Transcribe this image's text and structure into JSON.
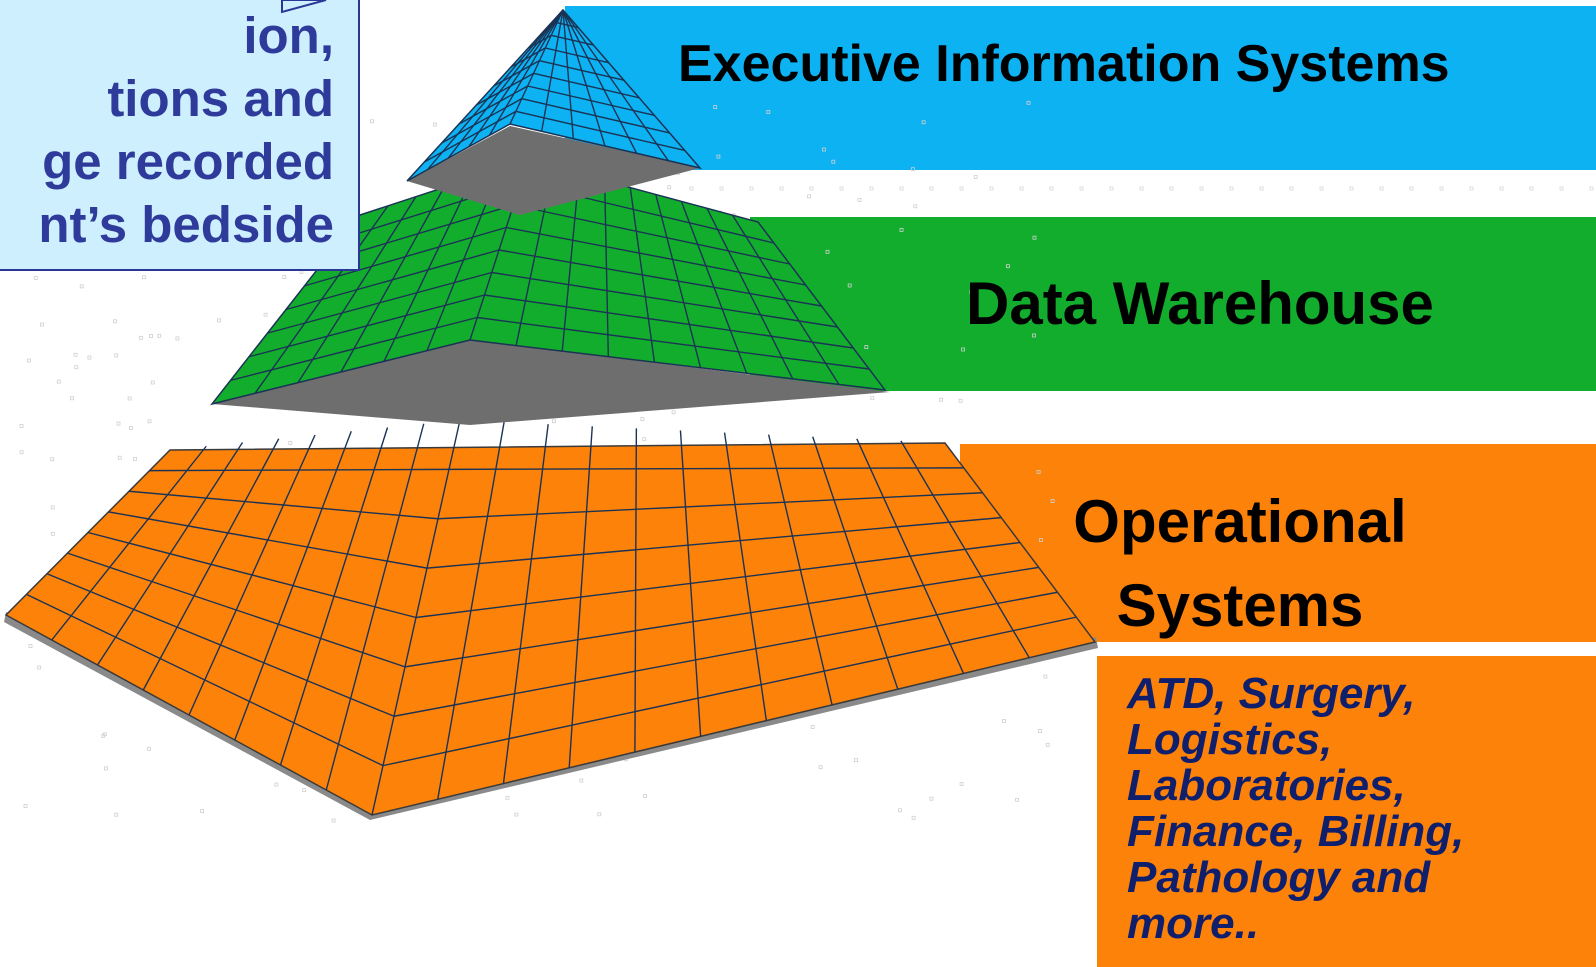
{
  "callout": {
    "lines": [
      "ion,",
      "tions and",
      "ge recorded",
      "nt’s bedside"
    ]
  },
  "layers": {
    "top": {
      "label": "Executive Information Systems",
      "color": "#0db2f3"
    },
    "middle": {
      "label": "Data Warehouse",
      "color": "#13ad2d"
    },
    "bottom": {
      "label_lines": [
        "Operational",
        "Systems"
      ],
      "color": "#fd8209",
      "examples": [
        "ATD, Surgery,",
        "Logistics,",
        "Laboratories,",
        "Finance, Billing,",
        "Pathology and",
        "more.."
      ]
    }
  },
  "colors": {
    "callout_fill": "#cdeffe",
    "callout_text": "#2f3b9a",
    "examples_text": "#0f1f6b",
    "slab_side": "#6e6e6e",
    "grid_line": "#1b3355"
  }
}
